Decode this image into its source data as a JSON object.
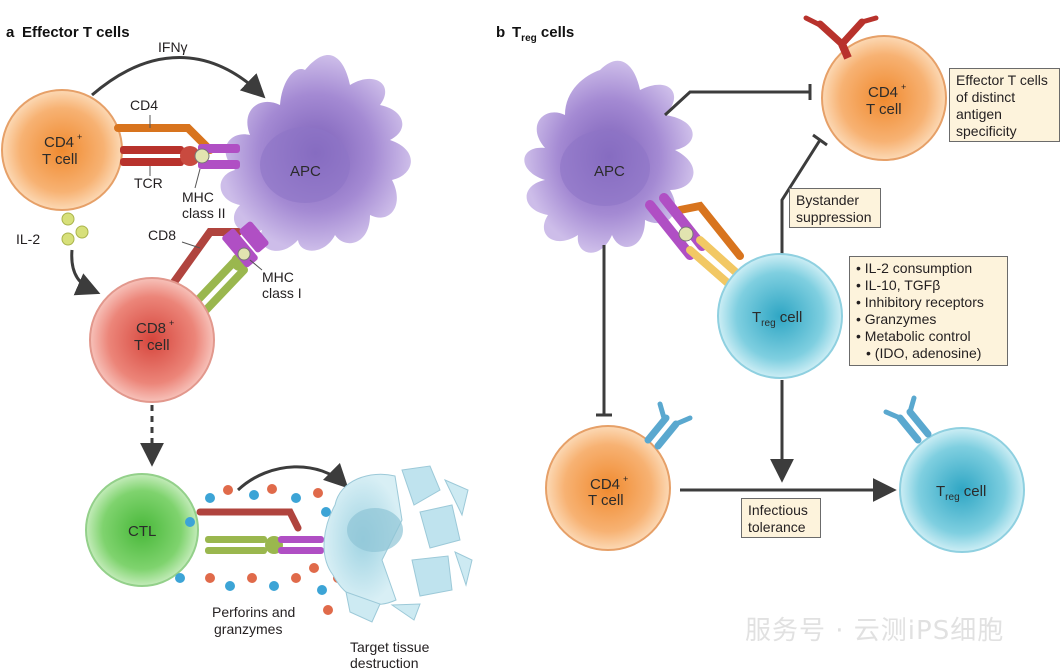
{
  "panel_a": {
    "letter": "a",
    "title": "Effector T cells",
    "ifn": "IFNγ",
    "cd4": "CD4",
    "tcr": "TCR",
    "mhc2_line1": "MHC",
    "mhc2_line2": "class II",
    "apc": "APC",
    "cd4_cell_l1": "CD4",
    "cd4_cell_sup": "+",
    "cd4_cell_l2": "T cell",
    "il2": "IL-2",
    "cd8": "CD8",
    "mhc1_line1": "MHC",
    "mhc1_line2": "class I",
    "cd8_cell_l1": "CD8",
    "cd8_cell_sup": "+",
    "cd8_cell_l2": "T cell",
    "ctl": "CTL",
    "perforins_l1": "Perforins and",
    "perforins_l2": "granzymes",
    "target_l1": "Target tissue",
    "target_l2": "destruction"
  },
  "panel_b": {
    "letter": "b",
    "title_main": "T",
    "title_sub": "reg",
    "title_rest": " cells",
    "apc": "APC",
    "effector_cd4_l1": "CD4",
    "effector_cd4_sup": "+",
    "effector_cd4_l2": "T cell",
    "effector_box": [
      "Effector T cells",
      "of distinct",
      "antigen",
      "specificity"
    ],
    "bystander_box": [
      "Bystander",
      "suppression"
    ],
    "treg_main": "T",
    "treg_sub": "reg",
    "treg_rest": " cell",
    "mechanisms": [
      "IL-2 consumption",
      "IL-10, TGFβ",
      "Inhibitory receptors",
      "Granzymes",
      "Metabolic control",
      "(IDO, adenosine)"
    ],
    "lower_cd4_l1": "CD4",
    "lower_cd4_sup": "+",
    "lower_cd4_l2": "T cell",
    "infectious_box": [
      "Infectious",
      "tolerance"
    ],
    "treg2_main": "T",
    "treg2_sub": "reg",
    "treg2_rest": " cell"
  },
  "watermark": "服务号 · 云测iPS细胞",
  "colors": {
    "cd4_cell": "#f5a55a",
    "cd8_cell": "#e46a5e",
    "ctl_cell": "#6cc456",
    "treg_cell": "#4fb8d0",
    "apc": "#a48ad3",
    "box_bg": "#fdf3dc",
    "tcr_red": "#b8322c",
    "cd4_orange": "#d8741e",
    "mhc_purple": "#b04fc4",
    "cd8_red": "#b0443e",
    "tcr_green": "#9ab74e",
    "receptor_blue": "#5aa8cf"
  }
}
